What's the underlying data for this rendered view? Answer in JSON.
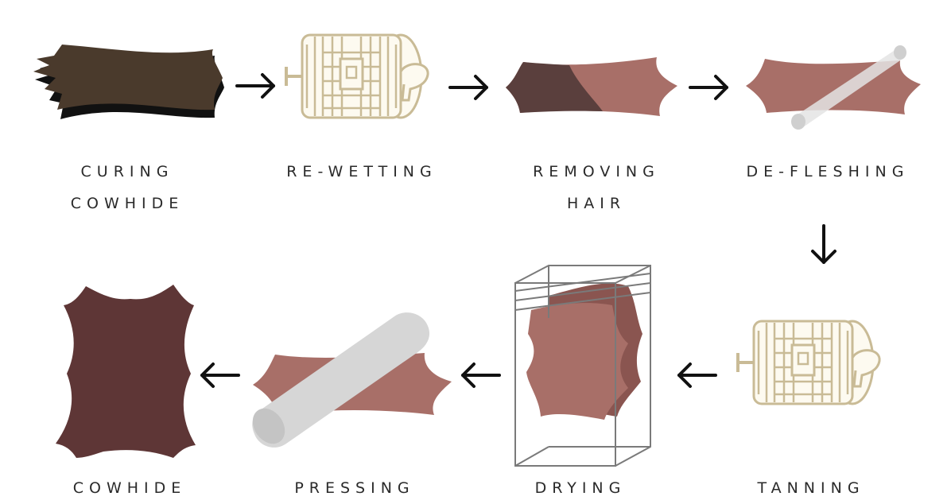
{
  "colors": {
    "dark_hide": "#4a3a2c",
    "dark_hide_shadow": "#111111",
    "hair": "#5a3f3d",
    "pink_hide": "#a86f68",
    "pink_hide_dark": "#8a5550",
    "finished_hide": "#5e3636",
    "drum_fill": "#fdfaf0",
    "drum_stroke": "#c9bb96",
    "roller": "#d6d6d6",
    "box_line": "#7a7a7a",
    "arrow": "#111111"
  },
  "steps": [
    {
      "id": "curing-cowhide",
      "lines": [
        "CURING",
        "COWHIDE"
      ],
      "icon": "dark-hide-icon"
    },
    {
      "id": "re-wetting",
      "lines": [
        "RE-WETTING"
      ],
      "icon": "drum-icon"
    },
    {
      "id": "removing-hair",
      "lines": [
        "REMOVING",
        "HAIR"
      ],
      "icon": "two-tone-hide-icon"
    },
    {
      "id": "de-fleshing",
      "lines": [
        "DE-FLESHING"
      ],
      "icon": "hide-with-roller-icon"
    },
    {
      "id": "tanning",
      "lines": [
        "TANNING"
      ],
      "icon": "drum-icon"
    },
    {
      "id": "drying",
      "lines": [
        "DRYING"
      ],
      "icon": "drying-rack-icon"
    },
    {
      "id": "pressing",
      "lines": [
        "PRESSING"
      ],
      "icon": "hide-press-roller-icon"
    },
    {
      "id": "cowhide",
      "lines": [
        "COWHIDE"
      ],
      "icon": "finished-hide-icon"
    }
  ],
  "arrows": [
    {
      "from": "curing-cowhide",
      "to": "re-wetting",
      "icon": "arrow-right-icon"
    },
    {
      "from": "re-wetting",
      "to": "removing-hair",
      "icon": "arrow-right-icon"
    },
    {
      "from": "removing-hair",
      "to": "de-fleshing",
      "icon": "arrow-right-icon"
    },
    {
      "from": "de-fleshing",
      "to": "tanning",
      "icon": "arrow-down-icon"
    },
    {
      "from": "tanning",
      "to": "drying",
      "icon": "arrow-left-icon"
    },
    {
      "from": "drying",
      "to": "pressing",
      "icon": "arrow-left-icon"
    },
    {
      "from": "pressing",
      "to": "cowhide",
      "icon": "arrow-left-icon"
    }
  ]
}
